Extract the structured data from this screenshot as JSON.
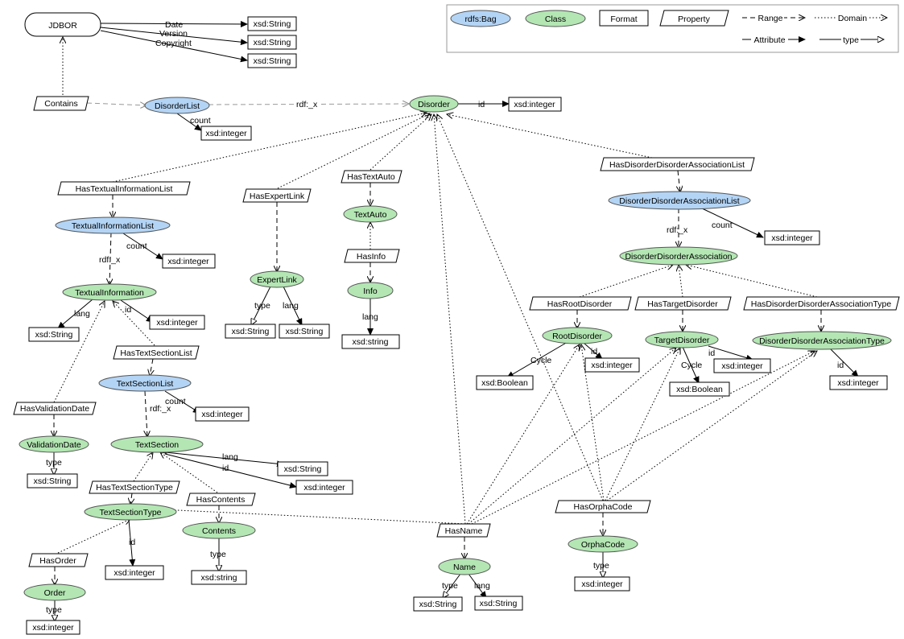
{
  "diagram": {
    "legend": {
      "bag": "rdfs:Bag",
      "class": "Class",
      "format": "Format",
      "property": "Property",
      "range": "Range",
      "domain": "Domain",
      "attribute": "Attribute",
      "type": "type"
    },
    "nodes": {
      "jdbor": "JDBOR",
      "fmt_date": "xsd:String",
      "fmt_version": "xsd:String",
      "fmt_copyright": "xsd:String",
      "contains": "Contains",
      "disorder_list": "DisorderList",
      "disorder_list_count": "xsd:integer",
      "disorder": "Disorder",
      "disorder_id": "xsd:integer",
      "has_textual_information_list": "HasTextualInformationList",
      "textual_information_list": "TextualInformationList",
      "til_count": "xsd:integer",
      "textual_information": "TextualInformation",
      "ti_lang": "xsd:String",
      "ti_id": "xsd:integer",
      "has_text_section_list": "HasTextSectionList",
      "text_section_list": "TextSectionList",
      "tsl_count": "xsd:integer",
      "has_validation_date": "HasValidationDate",
      "validation_date": "ValidationDate",
      "validation_date_type": "xsd:String",
      "text_section": "TextSection",
      "ts_lang": "xsd:String",
      "ts_id": "xsd:integer",
      "has_text_section_type": "HasTextSectionType",
      "text_section_type": "TextSectionType",
      "tst_id": "xsd:integer",
      "has_contents": "HasContents",
      "contents": "Contents",
      "contents_type": "xsd:string",
      "has_order": "HasOrder",
      "order": "Order",
      "order_type": "xsd:integer",
      "has_expert_link": "HasExpertLink",
      "expert_link": "ExpertLink",
      "el_type": "xsd:String",
      "el_lang": "xsd:String",
      "has_text_auto": "HasTextAuto",
      "text_auto": "TextAuto",
      "has_info": "HasInfo",
      "info": "Info",
      "info_lang": "xsd:string",
      "has_name": "HasName",
      "name": "Name",
      "name_type": "xsd:String",
      "name_lang": "xsd:String",
      "has_dda_list": "HasDisorderDisorderAssociationList",
      "dda_list": "DisorderDisorderAssociationList",
      "dda_list_count": "xsd:integer",
      "dda": "DisorderDisorderAssociation",
      "has_root_disorder": "HasRootDisorder",
      "root_disorder": "RootDisorder",
      "rd_cycle": "xsd:Boolean",
      "rd_id": "xsd:integer",
      "has_target_disorder": "HasTargetDisorder",
      "target_disorder": "TargetDisorder",
      "td_cycle": "xsd:Boolean",
      "td_id": "xsd:integer",
      "has_dda_type": "HasDisorderDisorderAssociationType",
      "dda_type": "DisorderDisorderAssociationType",
      "ddat_id": "xsd:integer",
      "has_orpha_code": "HasOrphaCode",
      "orpha_code": "OrphaCode",
      "orpha_code_type": "xsd:integer"
    },
    "edge_labels": {
      "date": "Date",
      "version": "Version",
      "copyright": "Copyright",
      "rdf_x": "rdf:_x",
      "id": "id",
      "count": "count",
      "lang": "lang",
      "type": "type",
      "cycle": "Cycle"
    }
  }
}
